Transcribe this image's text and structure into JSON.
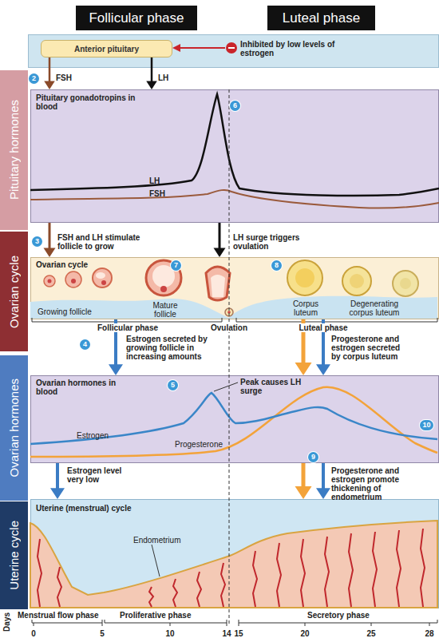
{
  "diagram": {
    "nodes": [
      {
        "text": [
          "Follicular phase"
        ]
      },
      {
        "text": [
          "Luteal phase"
        ]
      },
      {
        "text": [
          "Inhibited by low levels of estrogen"
        ]
      },
      {
        "text": [
          "Anterior pituitary"
        ],
        "in": 2
      },
      {
        "text": [
          "Pituitary hormones"
        ]
      },
      {
        "text": [
          "Pituitary gonadotropins in blood",
          "LH",
          "FSH"
        ]
      },
      {
        "text": [
          "Ovarian cycle"
        ]
      },
      {
        "text": [
          "Ovarian cycle",
          "Growing follicle",
          "Mature follicle",
          "Corpus luteum",
          "Degenerating corpus luteum"
        ]
      },
      {
        "text": [
          "Ovarian hormones"
        ]
      },
      {
        "text": [
          "Ovarian hormones in blood",
          "Peak causes LH surge",
          "Estrogen",
          "Progesterone"
        ]
      },
      {
        "text": [
          "Uterine cycle"
        ]
      },
      {
        "text": [
          "Uterine (menstrual) cycle",
          "Endometrium"
        ]
      }
    ],
    "edges": [
      {
        "from": 3,
        "to": 5,
        "arrow": "to",
        "label": "FSH"
      },
      {
        "from": 3,
        "to": 5,
        "arrow": "to",
        "label": "LH"
      },
      {
        "from": 5,
        "to": 7,
        "arrow": "to",
        "label": "FSH and LH stimulate follicle to grow"
      },
      {
        "from": 5,
        "to": 7,
        "arrow": "to",
        "label": "LH surge triggers ovulation"
      },
      {
        "from": 7,
        "to": 9,
        "arrow": "to",
        "label": "Estrogen secreted by growing follicle in increasing amounts"
      },
      {
        "from": 7,
        "to": 9,
        "arrow": "to"
      },
      {
        "from": 7,
        "to": 9,
        "arrow": "to",
        "label": "Progesterone and estrogen secreted by corpus luteum"
      },
      {
        "from": 9,
        "to": 11,
        "arrow": "to",
        "label": "Estrogen level very low"
      },
      {
        "from": 9,
        "to": 11,
        "arrow": "to"
      },
      {
        "from": 9,
        "to": 11,
        "arrow": "to",
        "label": "Progesterone and estrogen promote thickening of endometrium"
      }
    ],
    "labels": [
      "2",
      "6",
      "3",
      "7",
      "8",
      "Follicular phase",
      "Ovulation",
      "Luteal phase",
      "4",
      "5",
      "10",
      "9",
      "Days",
      "Menstrual flow phase",
      "Proliferative phase",
      "Secretory phase",
      "0",
      "5",
      "10",
      "14",
      "15",
      "20",
      "25",
      "28"
    ]
  }
}
